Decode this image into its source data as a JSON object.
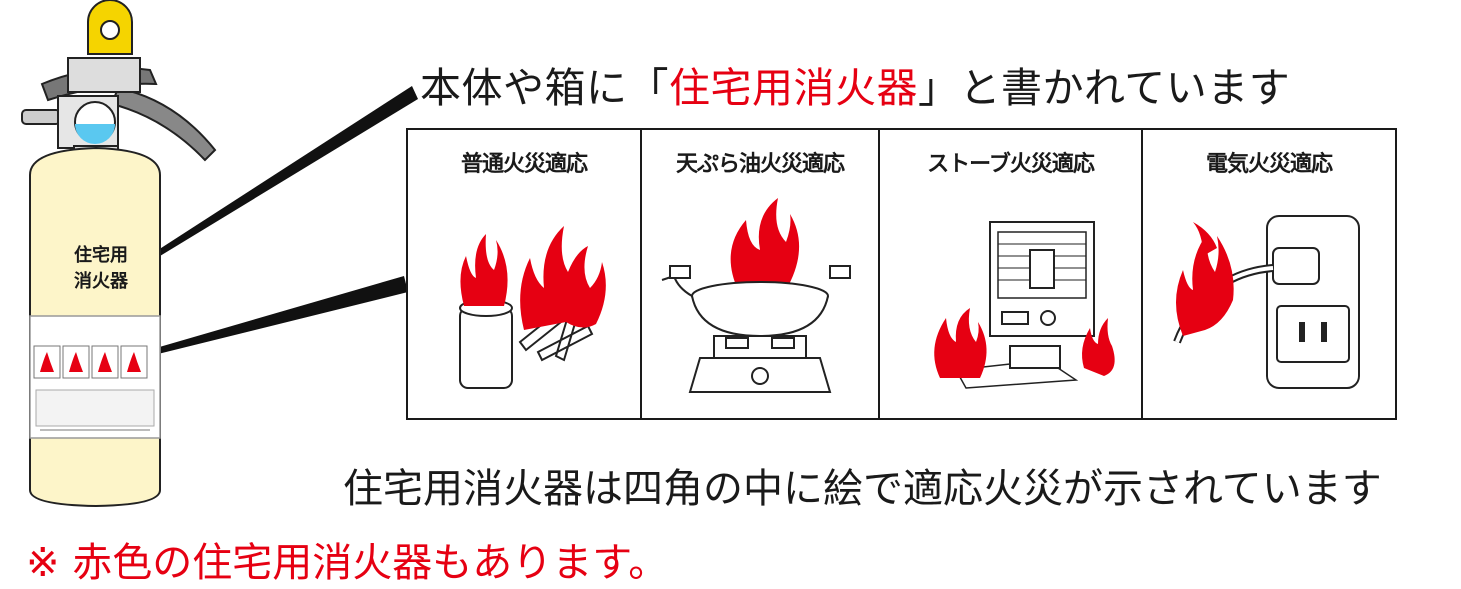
{
  "heading": {
    "prefix": "本体や箱に「",
    "highlight": "住宅用消火器",
    "suffix": "」と書かれています"
  },
  "extinguisher": {
    "label_line1": "住宅用",
    "label_line2": "消火器"
  },
  "fire_types": [
    {
      "label": "普通火災適応",
      "icon": "burning-wood-icon"
    },
    {
      "label": "天ぷら油火災適応",
      "icon": "oil-pan-fire-icon"
    },
    {
      "label": "ストーブ火災適応",
      "icon": "stove-fire-icon"
    },
    {
      "label": "電気火災適応",
      "icon": "electrical-outlet-fire-icon"
    }
  ],
  "caption": "住宅用消火器は四角の中に絵で適応火災が示されています",
  "note": "※ 赤色の住宅用消火器もあります。",
  "colors": {
    "highlight_red": "#e60012",
    "flame_red": "#e60012",
    "extinguisher_body": "#fdf5c9",
    "handle_gray": "#777777",
    "handle_ring_yellow": "#f5d400"
  }
}
